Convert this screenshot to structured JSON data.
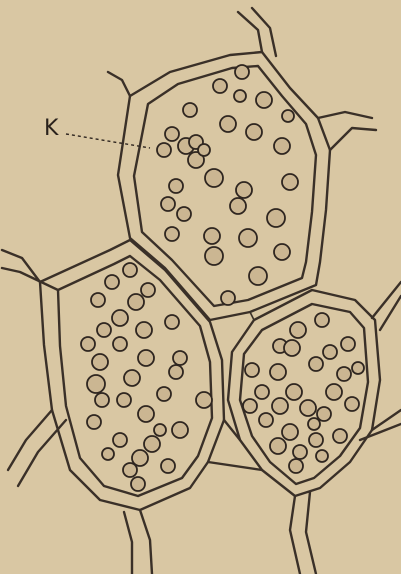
{
  "label": {
    "text": "K"
  },
  "colors": {
    "paper": "#d9c7a3",
    "ink": "#2f2620",
    "grain_fill": "#cbb692"
  },
  "cells": [
    {
      "id": "top-cell",
      "grains": 30
    },
    {
      "id": "left-cell",
      "grains": 32
    },
    {
      "id": "right-cell",
      "grains": 28
    }
  ]
}
